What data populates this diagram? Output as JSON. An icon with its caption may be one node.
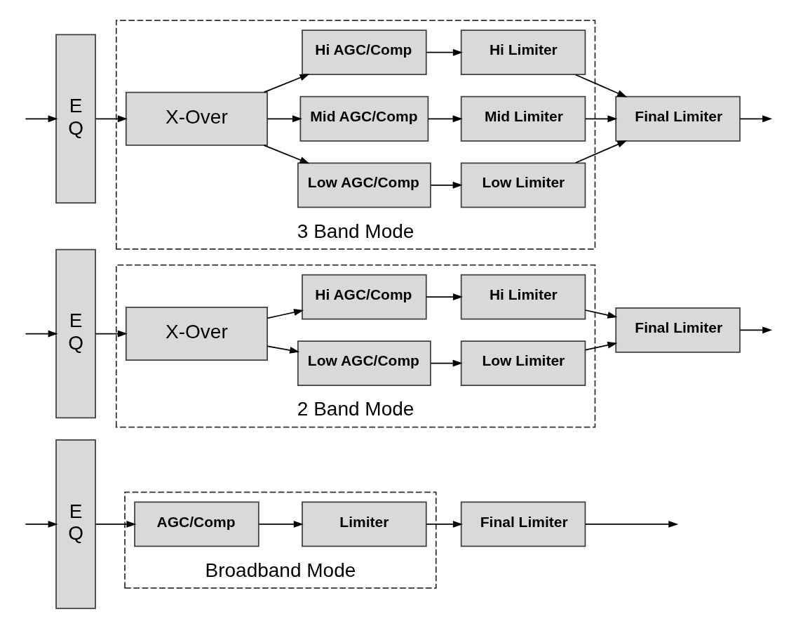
{
  "diagram": {
    "nodes": [
      {
        "text": [
          "E",
          "Q"
        ]
      },
      {
        "text": [
          "3 Band Mode"
        ]
      },
      {
        "text": [
          "X-Over"
        ],
        "in": 1
      },
      {
        "text": [
          "Hi AGC/Comp"
        ],
        "in": 1
      },
      {
        "text": [
          "Hi Limiter"
        ],
        "in": 1
      },
      {
        "text": [
          "Mid AGC/Comp"
        ],
        "in": 1
      },
      {
        "text": [
          "Mid Limiter"
        ],
        "in": 1
      },
      {
        "text": [
          "Low AGC/Comp"
        ],
        "in": 1
      },
      {
        "text": [
          "Low Limiter"
        ],
        "in": 1
      },
      {
        "text": [
          "Final Limiter"
        ]
      },
      {
        "text": [
          "E",
          "Q"
        ]
      },
      {
        "text": [
          "2 Band Mode"
        ]
      },
      {
        "text": [
          "X-Over"
        ],
        "in": 11
      },
      {
        "text": [
          "Hi AGC/Comp"
        ],
        "in": 11
      },
      {
        "text": [
          "Hi Limiter"
        ],
        "in": 11
      },
      {
        "text": [
          "Low AGC/Comp"
        ],
        "in": 11
      },
      {
        "text": [
          "Low Limiter"
        ],
        "in": 11
      },
      {
        "text": [
          "Final Limiter"
        ]
      },
      {
        "text": [
          "E",
          "Q"
        ]
      },
      {
        "text": [
          "Broadband Mode"
        ]
      },
      {
        "text": [
          "AGC/Comp"
        ],
        "in": 19
      },
      {
        "text": [
          "Limiter"
        ],
        "in": 19
      },
      {
        "text": [
          "Final Limiter"
        ]
      }
    ],
    "edges": [
      {
        "from": null,
        "to": 0,
        "arrow": "to"
      },
      {
        "from": 0,
        "to": 2,
        "arrow": "to"
      },
      {
        "from": 2,
        "to": 3,
        "arrow": "to"
      },
      {
        "from": 2,
        "to": 5,
        "arrow": "to"
      },
      {
        "from": 2,
        "to": 7,
        "arrow": "to"
      },
      {
        "from": 3,
        "to": 4,
        "arrow": "to"
      },
      {
        "from": 5,
        "to": 6,
        "arrow": "to"
      },
      {
        "from": 7,
        "to": 8,
        "arrow": "to"
      },
      {
        "from": 4,
        "to": 9,
        "arrow": "to"
      },
      {
        "from": 6,
        "to": 9,
        "arrow": "to"
      },
      {
        "from": 8,
        "to": 9,
        "arrow": "to"
      },
      {
        "from": 9,
        "to": null,
        "arrow": "to"
      },
      {
        "from": null,
        "to": 10,
        "arrow": "to"
      },
      {
        "from": 10,
        "to": 12,
        "arrow": "to"
      },
      {
        "from": 12,
        "to": 13,
        "arrow": "to"
      },
      {
        "from": 12,
        "to": 15,
        "arrow": "to"
      },
      {
        "from": 13,
        "to": 14,
        "arrow": "to"
      },
      {
        "from": 15,
        "to": 16,
        "arrow": "to"
      },
      {
        "from": 14,
        "to": 17,
        "arrow": "to"
      },
      {
        "from": 16,
        "to": 17,
        "arrow": "to"
      },
      {
        "from": 17,
        "to": null,
        "arrow": "to"
      },
      {
        "from": null,
        "to": 18,
        "arrow": "to"
      },
      {
        "from": 18,
        "to": 20,
        "arrow": "to"
      },
      {
        "from": 20,
        "to": 21,
        "arrow": "to"
      },
      {
        "from": 21,
        "to": 22,
        "arrow": "to"
      },
      {
        "from": 22,
        "to": null,
        "arrow": "to"
      }
    ]
  }
}
